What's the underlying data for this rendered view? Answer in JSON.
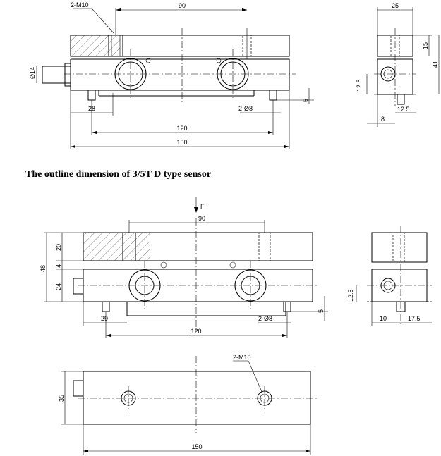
{
  "caption": "The outline dimension of 3/5T D type sensor",
  "force_label": "F",
  "top_drawing": {
    "thread_label": "2-M10",
    "dim_90": "90",
    "dim_14": "Ø14",
    "dim_28": "28",
    "dim_pins": "2-Ø8",
    "dim_5": "5",
    "dim_120": "120",
    "dim_150": "150"
  },
  "top_side": {
    "dim_25": "25",
    "dim_15": "15",
    "dim_41": "41",
    "dim_12_5_v": "12.5",
    "dim_12_5_h": "12.5",
    "dim_8": "8"
  },
  "mid_drawing": {
    "dim_90": "90",
    "dim_20": "20",
    "dim_4": "4",
    "dim_48": "48",
    "dim_24": "24",
    "dim_29": "29",
    "dim_pins": "2-Ø8",
    "dim_5": "5",
    "dim_120": "120"
  },
  "mid_side": {
    "dim_12_5": "12.5",
    "dim_10": "10",
    "dim_17_5": "17.5"
  },
  "bottom_drawing": {
    "thread_label": "2-M10",
    "dim_35": "35",
    "dim_150": "150"
  }
}
